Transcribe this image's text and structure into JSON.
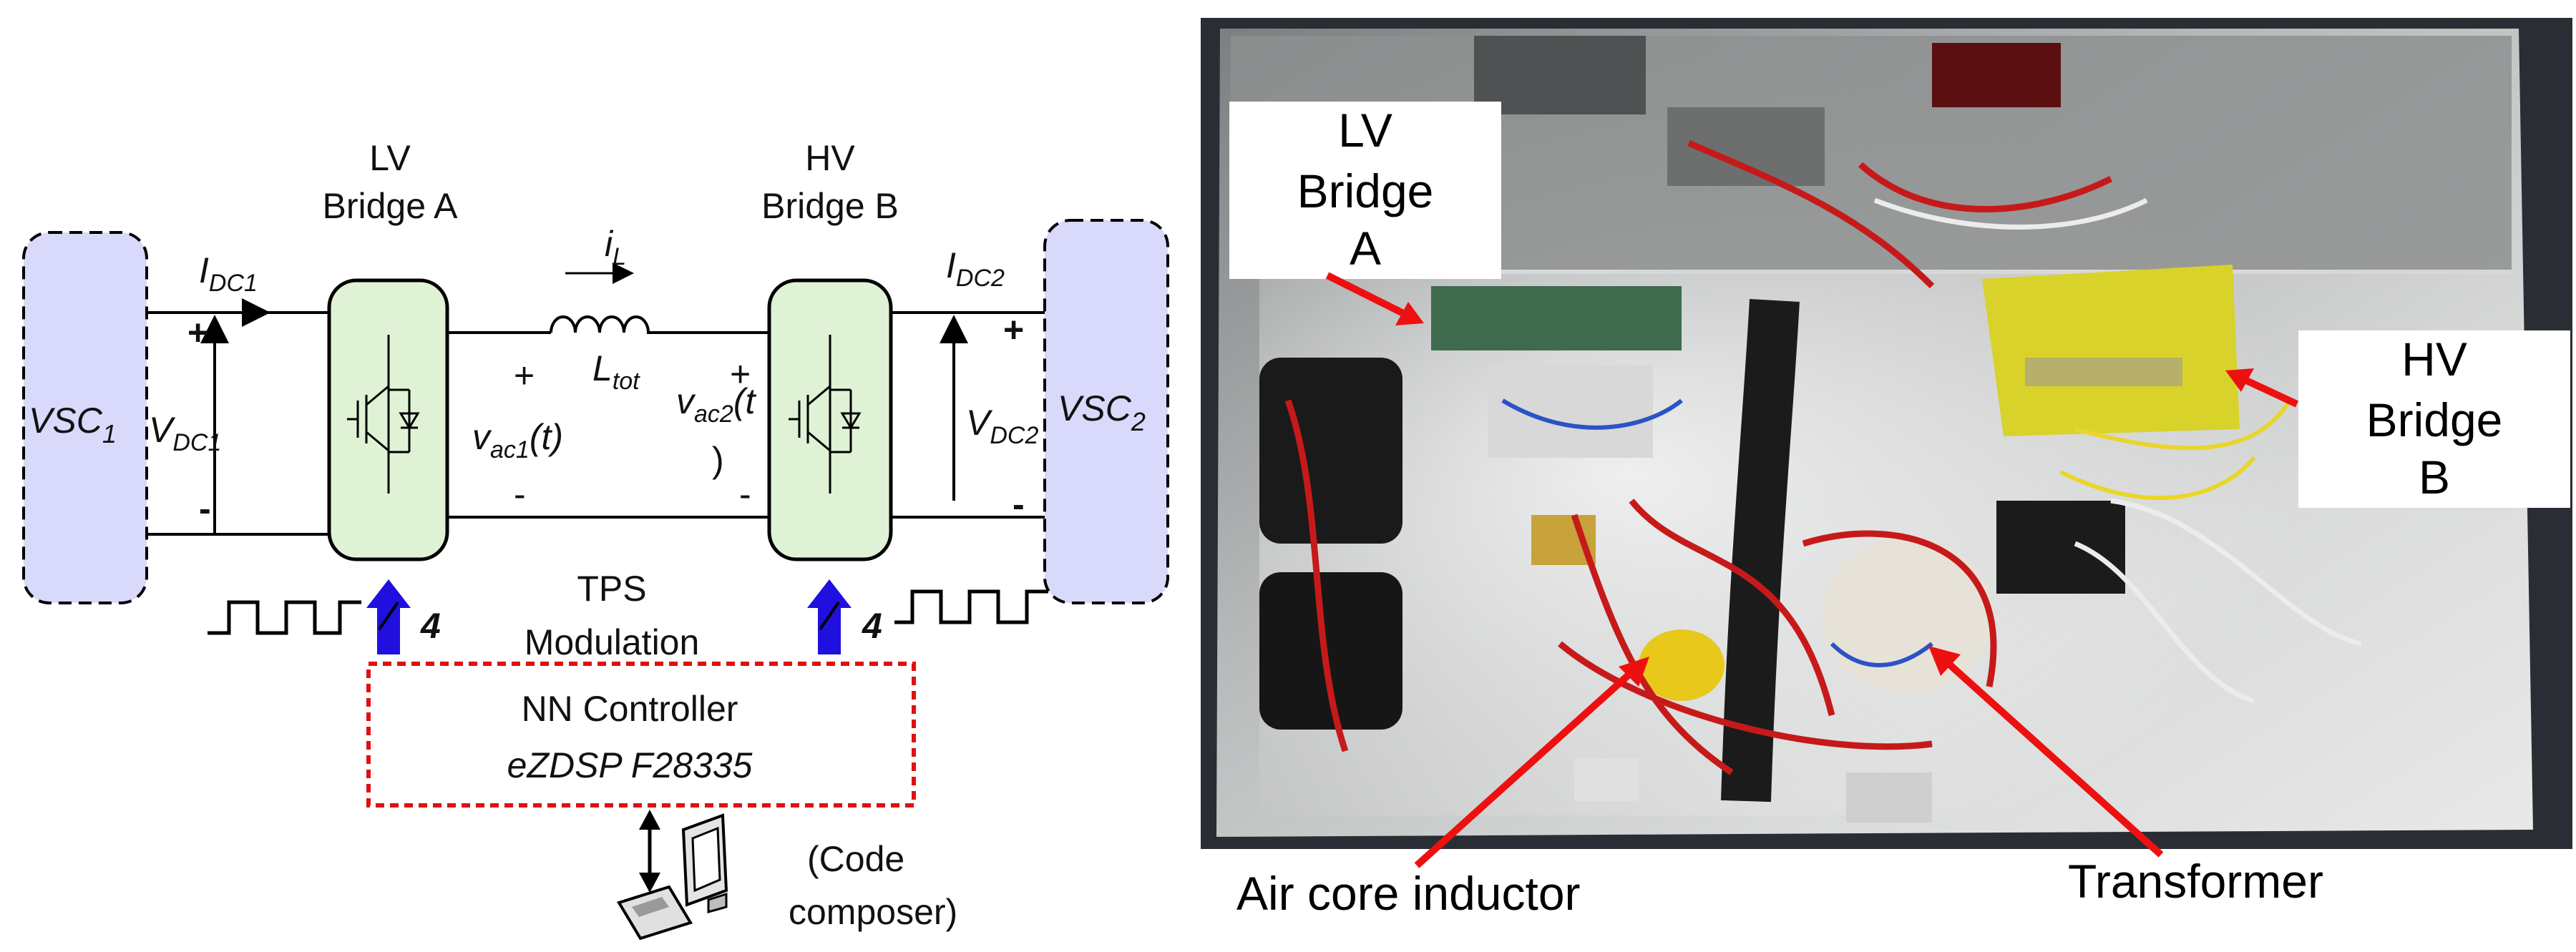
{
  "schematic": {
    "vsc1": "VSC",
    "vsc1_sub": "1",
    "vsc2": "VSC",
    "vsc2_sub": "2",
    "lv_bridge_line1": "LV",
    "lv_bridge_line2": "Bridge A",
    "hv_bridge_line1": "HV",
    "hv_bridge_line2": "Bridge B",
    "idc1": "I",
    "idc1_sub": "DC1",
    "idc2": "I",
    "idc2_sub": "DC2",
    "vdc1": "V",
    "vdc1_sub": "DC1",
    "vdc2": "V",
    "vdc2_sub": "DC2",
    "il": "i",
    "il_sub": "L",
    "ltot": "L",
    "ltot_sub": "tot",
    "vac1": "v",
    "vac1_sub": "ac1",
    "vac1_tail": "(t)",
    "vac2": "v",
    "vac2_sub": "ac2",
    "vac2_tail": "(t",
    "vac2_paren": ")",
    "plus": "+",
    "minus": "-",
    "gate_count_left": "4",
    "gate_count_right": "4",
    "tps_line1": "TPS",
    "tps_line2": "Modulation",
    "controller_line1": "NN Controller",
    "controller_line2": "eZDSP F28335",
    "code_line1": "(Code",
    "code_line2": "composer)"
  },
  "photo": {
    "label_lv_line1": "LV",
    "label_lv_line2": "Bridge",
    "label_lv_line3": "A",
    "label_hv_line1": "HV",
    "label_hv_line2": "Bridge",
    "label_hv_line3": "B",
    "label_inductor": "Air core inductor",
    "label_transformer": "Transformer"
  },
  "colors": {
    "vsc_fill": "#d9d9fb",
    "bridge_fill": "#dff2d6",
    "controller_border": "#e01010",
    "gate_arrow": "#1f10e0",
    "pointer_arrow": "#ee1010"
  }
}
